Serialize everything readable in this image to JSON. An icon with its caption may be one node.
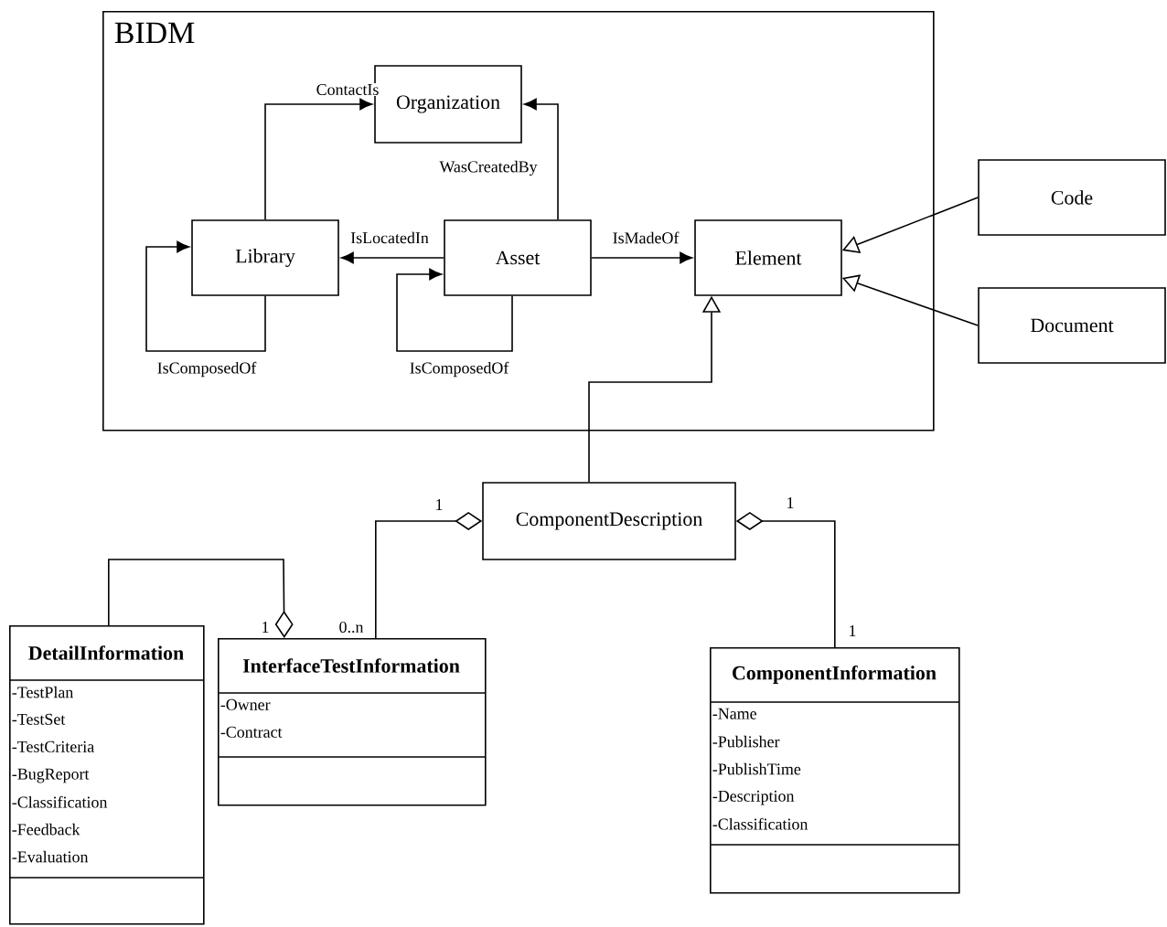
{
  "diagram": {
    "nodes": [
      {
        "text": [
          "BIDM"
        ]
      },
      {
        "text": [
          "Organization"
        ],
        "in": 0
      },
      {
        "text": [
          "Library"
        ],
        "in": 0
      },
      {
        "text": [
          "Asset"
        ],
        "in": 0
      },
      {
        "text": [
          "Element"
        ],
        "in": 0
      },
      {
        "text": [
          "Code"
        ]
      },
      {
        "text": [
          "Document"
        ]
      },
      {
        "text": [
          "ComponentDescription"
        ]
      },
      {
        "text": [
          "DetailInformation",
          "-TestPlan",
          "-TestSet",
          "-TestCriteria",
          "-BugReport",
          "-Classification",
          "-Feedback",
          "-Evaluation"
        ]
      },
      {
        "text": [
          "InterfaceTestInformation",
          "-Owner",
          "-Contract"
        ]
      },
      {
        "text": [
          "ComponentInformation",
          "-Name",
          "-Publisher",
          "-PublishTime",
          "-Description",
          "-Classification"
        ]
      }
    ],
    "edges": [
      {
        "from": 2,
        "to": 1,
        "arrow": "to",
        "label": "ContactIs"
      },
      {
        "from": 3,
        "to": 1,
        "arrow": "to",
        "label": "WasCreatedBy"
      },
      {
        "from": 3,
        "to": 2,
        "arrow": "to",
        "label": "IsLocatedIn"
      },
      {
        "from": 3,
        "to": 4,
        "arrow": "to",
        "label": "IsMadeOf"
      },
      {
        "from": 2,
        "to": 2,
        "arrow": "to",
        "label": "IsComposedOf"
      },
      {
        "from": 3,
        "to": 3,
        "arrow": "to",
        "label": "IsComposedOf"
      },
      {
        "from": 5,
        "to": 4,
        "arrow": "to"
      },
      {
        "from": 6,
        "to": 4,
        "arrow": "to"
      },
      {
        "from": 7,
        "to": 4,
        "arrow": "to"
      },
      {
        "from": 7,
        "to": 9,
        "arrow": "other"
      },
      {
        "from": 9,
        "to": 8,
        "arrow": "other"
      },
      {
        "from": 7,
        "to": 10,
        "arrow": "other"
      }
    ],
    "labels": [
      "1",
      "1",
      "1",
      "0..n",
      "1"
    ]
  }
}
